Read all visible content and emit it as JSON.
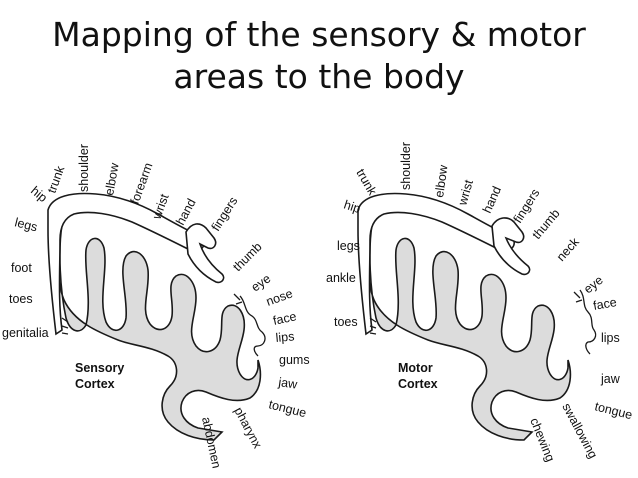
{
  "title": {
    "line1": "Mapping of the sensory & motor",
    "line2": "areas to the body"
  },
  "sensory": {
    "cortex_line1": "Sensory",
    "cortex_line2": "Cortex",
    "labels": {
      "hip": "hip",
      "trunk": "trunk",
      "shoulder": "shoulder",
      "elbow": "elbow",
      "forearm": "forearm",
      "wrist": "wrist",
      "hand": "hand",
      "fingers": "fingers",
      "thumb": "thumb",
      "eye": "eye",
      "nose": "nose",
      "face": "face",
      "lips": "lips",
      "gums": "gums",
      "jaw": "jaw",
      "tongue": "tongue",
      "pharynx": "pharynx",
      "abdomen": "abdomen",
      "legs": "legs",
      "foot": "foot",
      "toes": "toes",
      "genitalia": "genitalia"
    }
  },
  "motor": {
    "cortex_line1": "Motor",
    "cortex_line2": "Cortex",
    "labels": {
      "trunk": "trunk",
      "hip": "hip",
      "shoulder": "shoulder",
      "elbow": "elbow",
      "wrist": "wrist",
      "hand": "hand",
      "fingers": "fingers",
      "thumb": "thumb",
      "neck": "neck",
      "eye": "eye",
      "face": "face",
      "lips": "lips",
      "jaw": "jaw",
      "tongue": "tongue",
      "swallowing": "swallowing",
      "chewing": "chewing",
      "legs": "legs",
      "ankle": "ankle",
      "toes": "toes"
    }
  }
}
